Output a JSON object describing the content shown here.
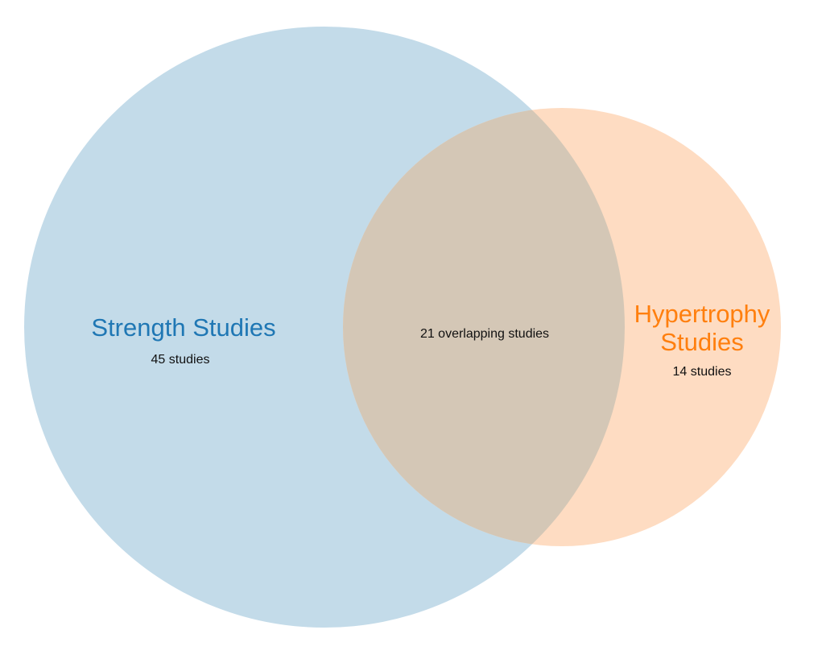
{
  "colors": {
    "set_a_fill": "#c3dbe9",
    "set_b_fill": "#fedcc2",
    "overlap_fill": "#d4c7b6",
    "set_a_label": "#1f77b4",
    "set_b_label": "#ff7f0e",
    "count_text": "#111111"
  },
  "venn": {
    "set_a": {
      "title": "Strength Studies",
      "count": "45 studies"
    },
    "set_b": {
      "title_line1": "Hypertrophy",
      "title_line2": "Studies",
      "count": "14 studies"
    },
    "overlap": {
      "count": "21 overlapping studies"
    }
  }
}
